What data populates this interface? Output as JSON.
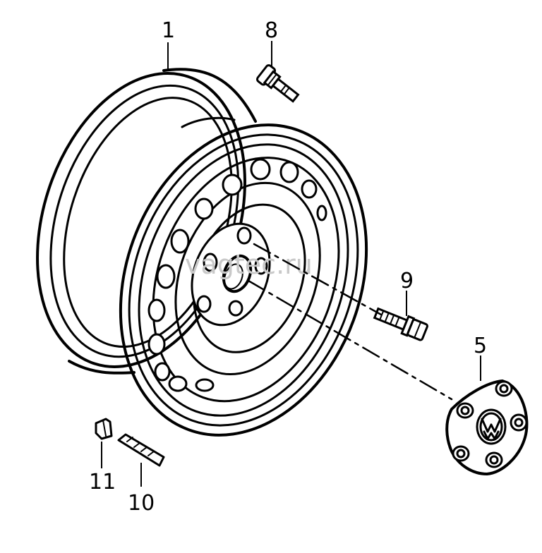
{
  "watermark": "vagtec.ru",
  "callouts": {
    "c1": "1",
    "c5": "5",
    "c8": "8",
    "c9": "9",
    "c10": "10",
    "c11": "11"
  }
}
